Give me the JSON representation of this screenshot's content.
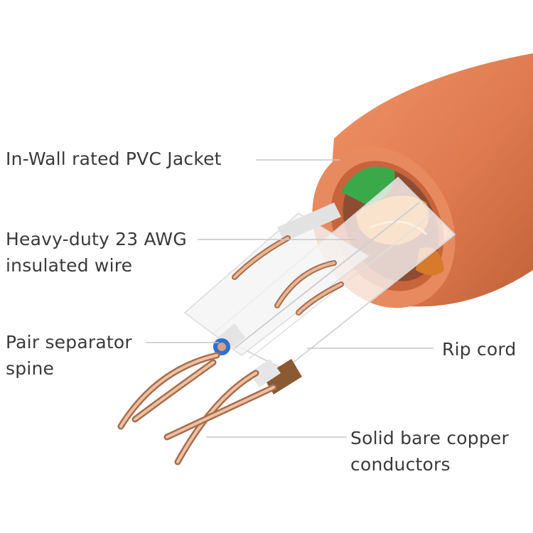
{
  "labels": {
    "jacket": "In-Wall rated PVC Jacket",
    "wire_line1": "Heavy-duty 23 AWG",
    "wire_line2": "insulated wire",
    "spine_line1": "Pair separator",
    "spine_line2": "spine",
    "rip_cord": "Rip cord",
    "copper_line1": "Solid bare copper",
    "copper_line2": "conductors"
  },
  "colors": {
    "jacket": "#e07a4f",
    "jacket_shadow": "#b95a33",
    "jacket_inner": "#c8643c",
    "copper": "#d9a27e",
    "copper_dark": "#a86d4d",
    "insulation": "#e9e9e9",
    "green_pair": "#3aa94a",
    "orange_pair": "#e8903a",
    "blue_pair": "#2f6fd1",
    "brown_pair": "#8a5a35",
    "leader_line": "#c7c7c7",
    "text": "#3a3a3a"
  }
}
